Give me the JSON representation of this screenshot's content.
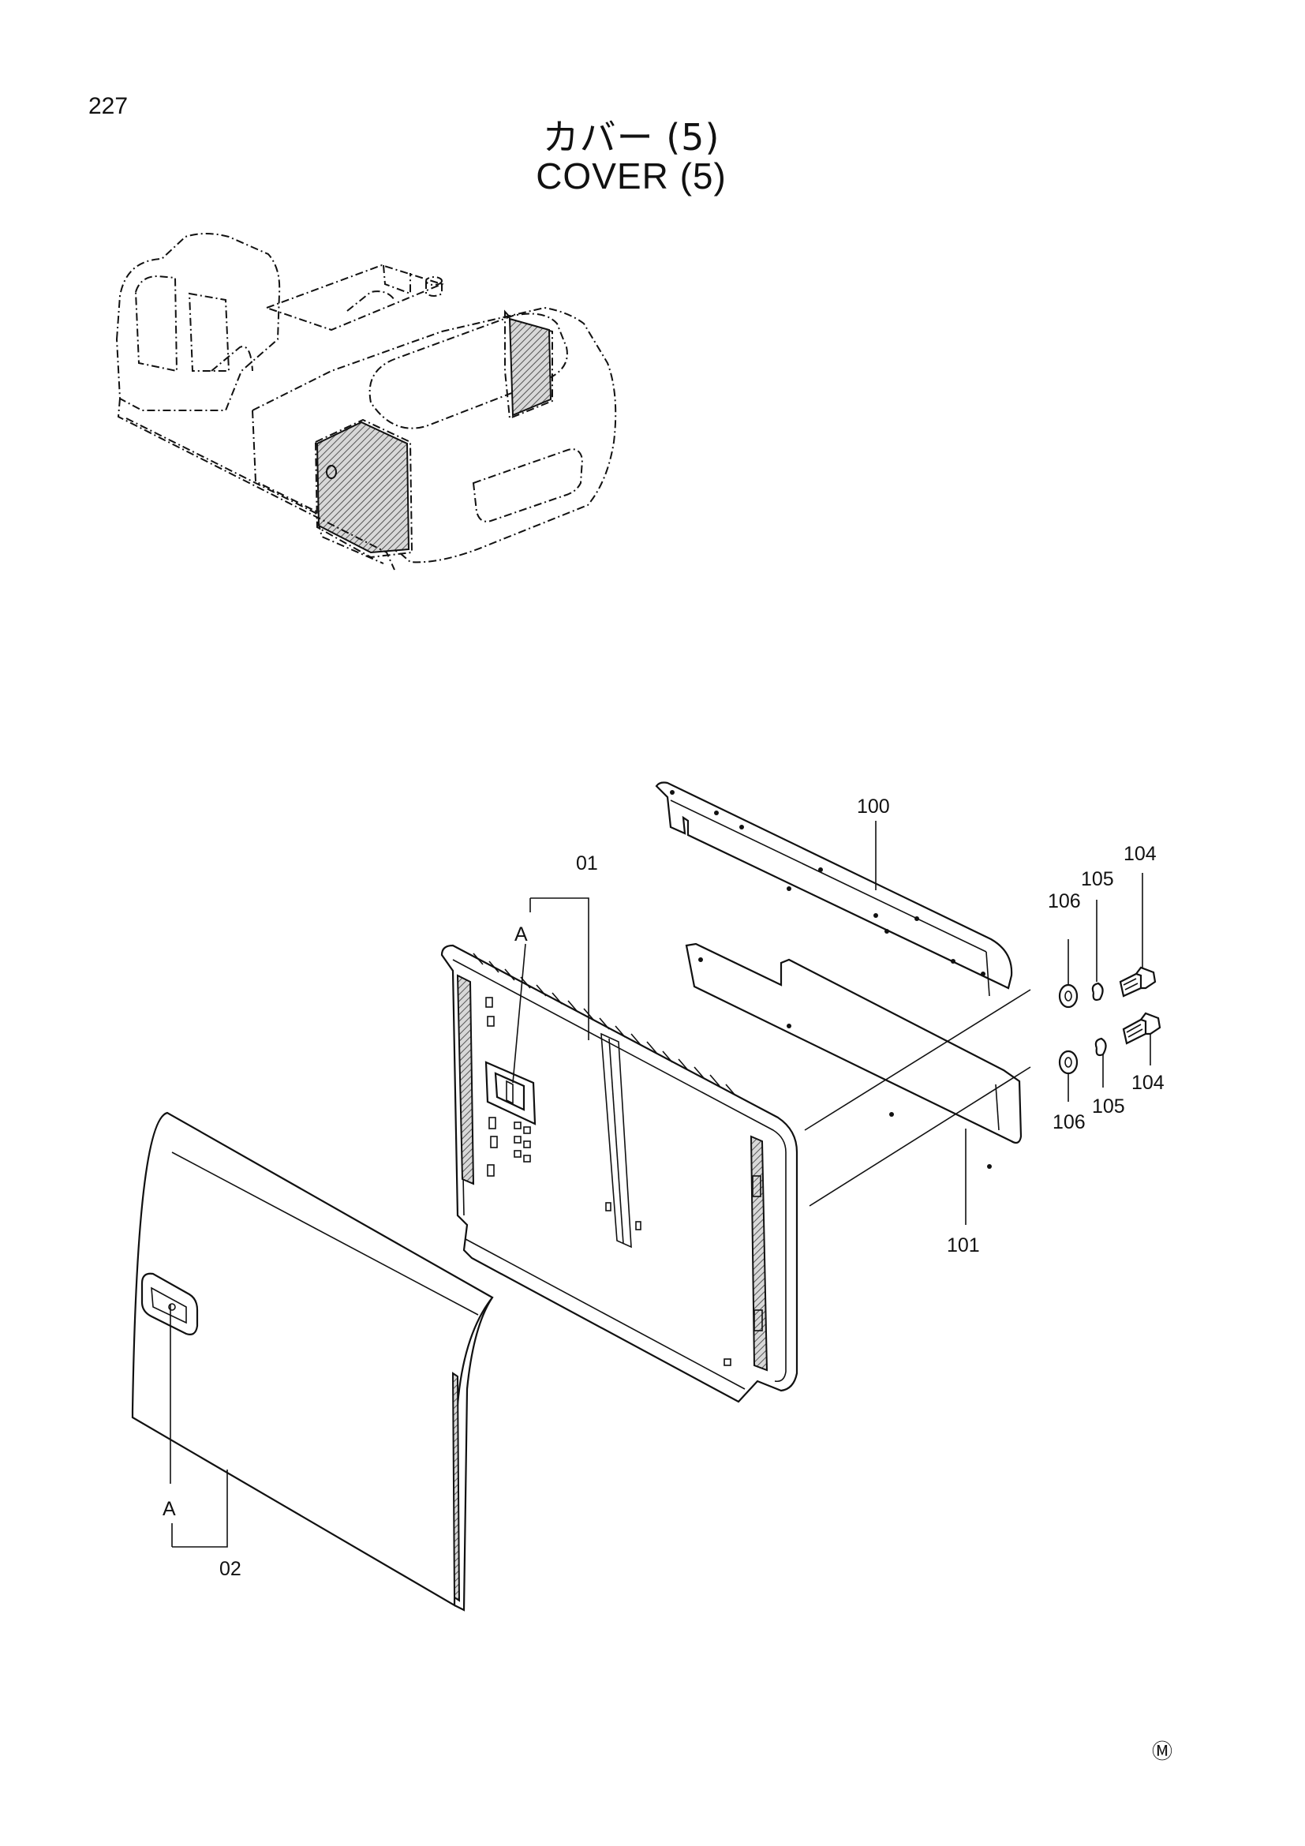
{
  "page": {
    "number": "227",
    "title_ja": "カバー (5)",
    "title_en": "COVER (5)",
    "footer_mark": "Ⓜ"
  },
  "callouts": {
    "p100": "100",
    "p01": "01",
    "pA_top": "A",
    "p104_top": "104",
    "p105_top": "105",
    "p106_top": "106",
    "p104_bot": "104",
    "p105_bot": "105",
    "p106_bot": "106",
    "p101": "101",
    "pA_bottom": "A",
    "p02": "02"
  }
}
